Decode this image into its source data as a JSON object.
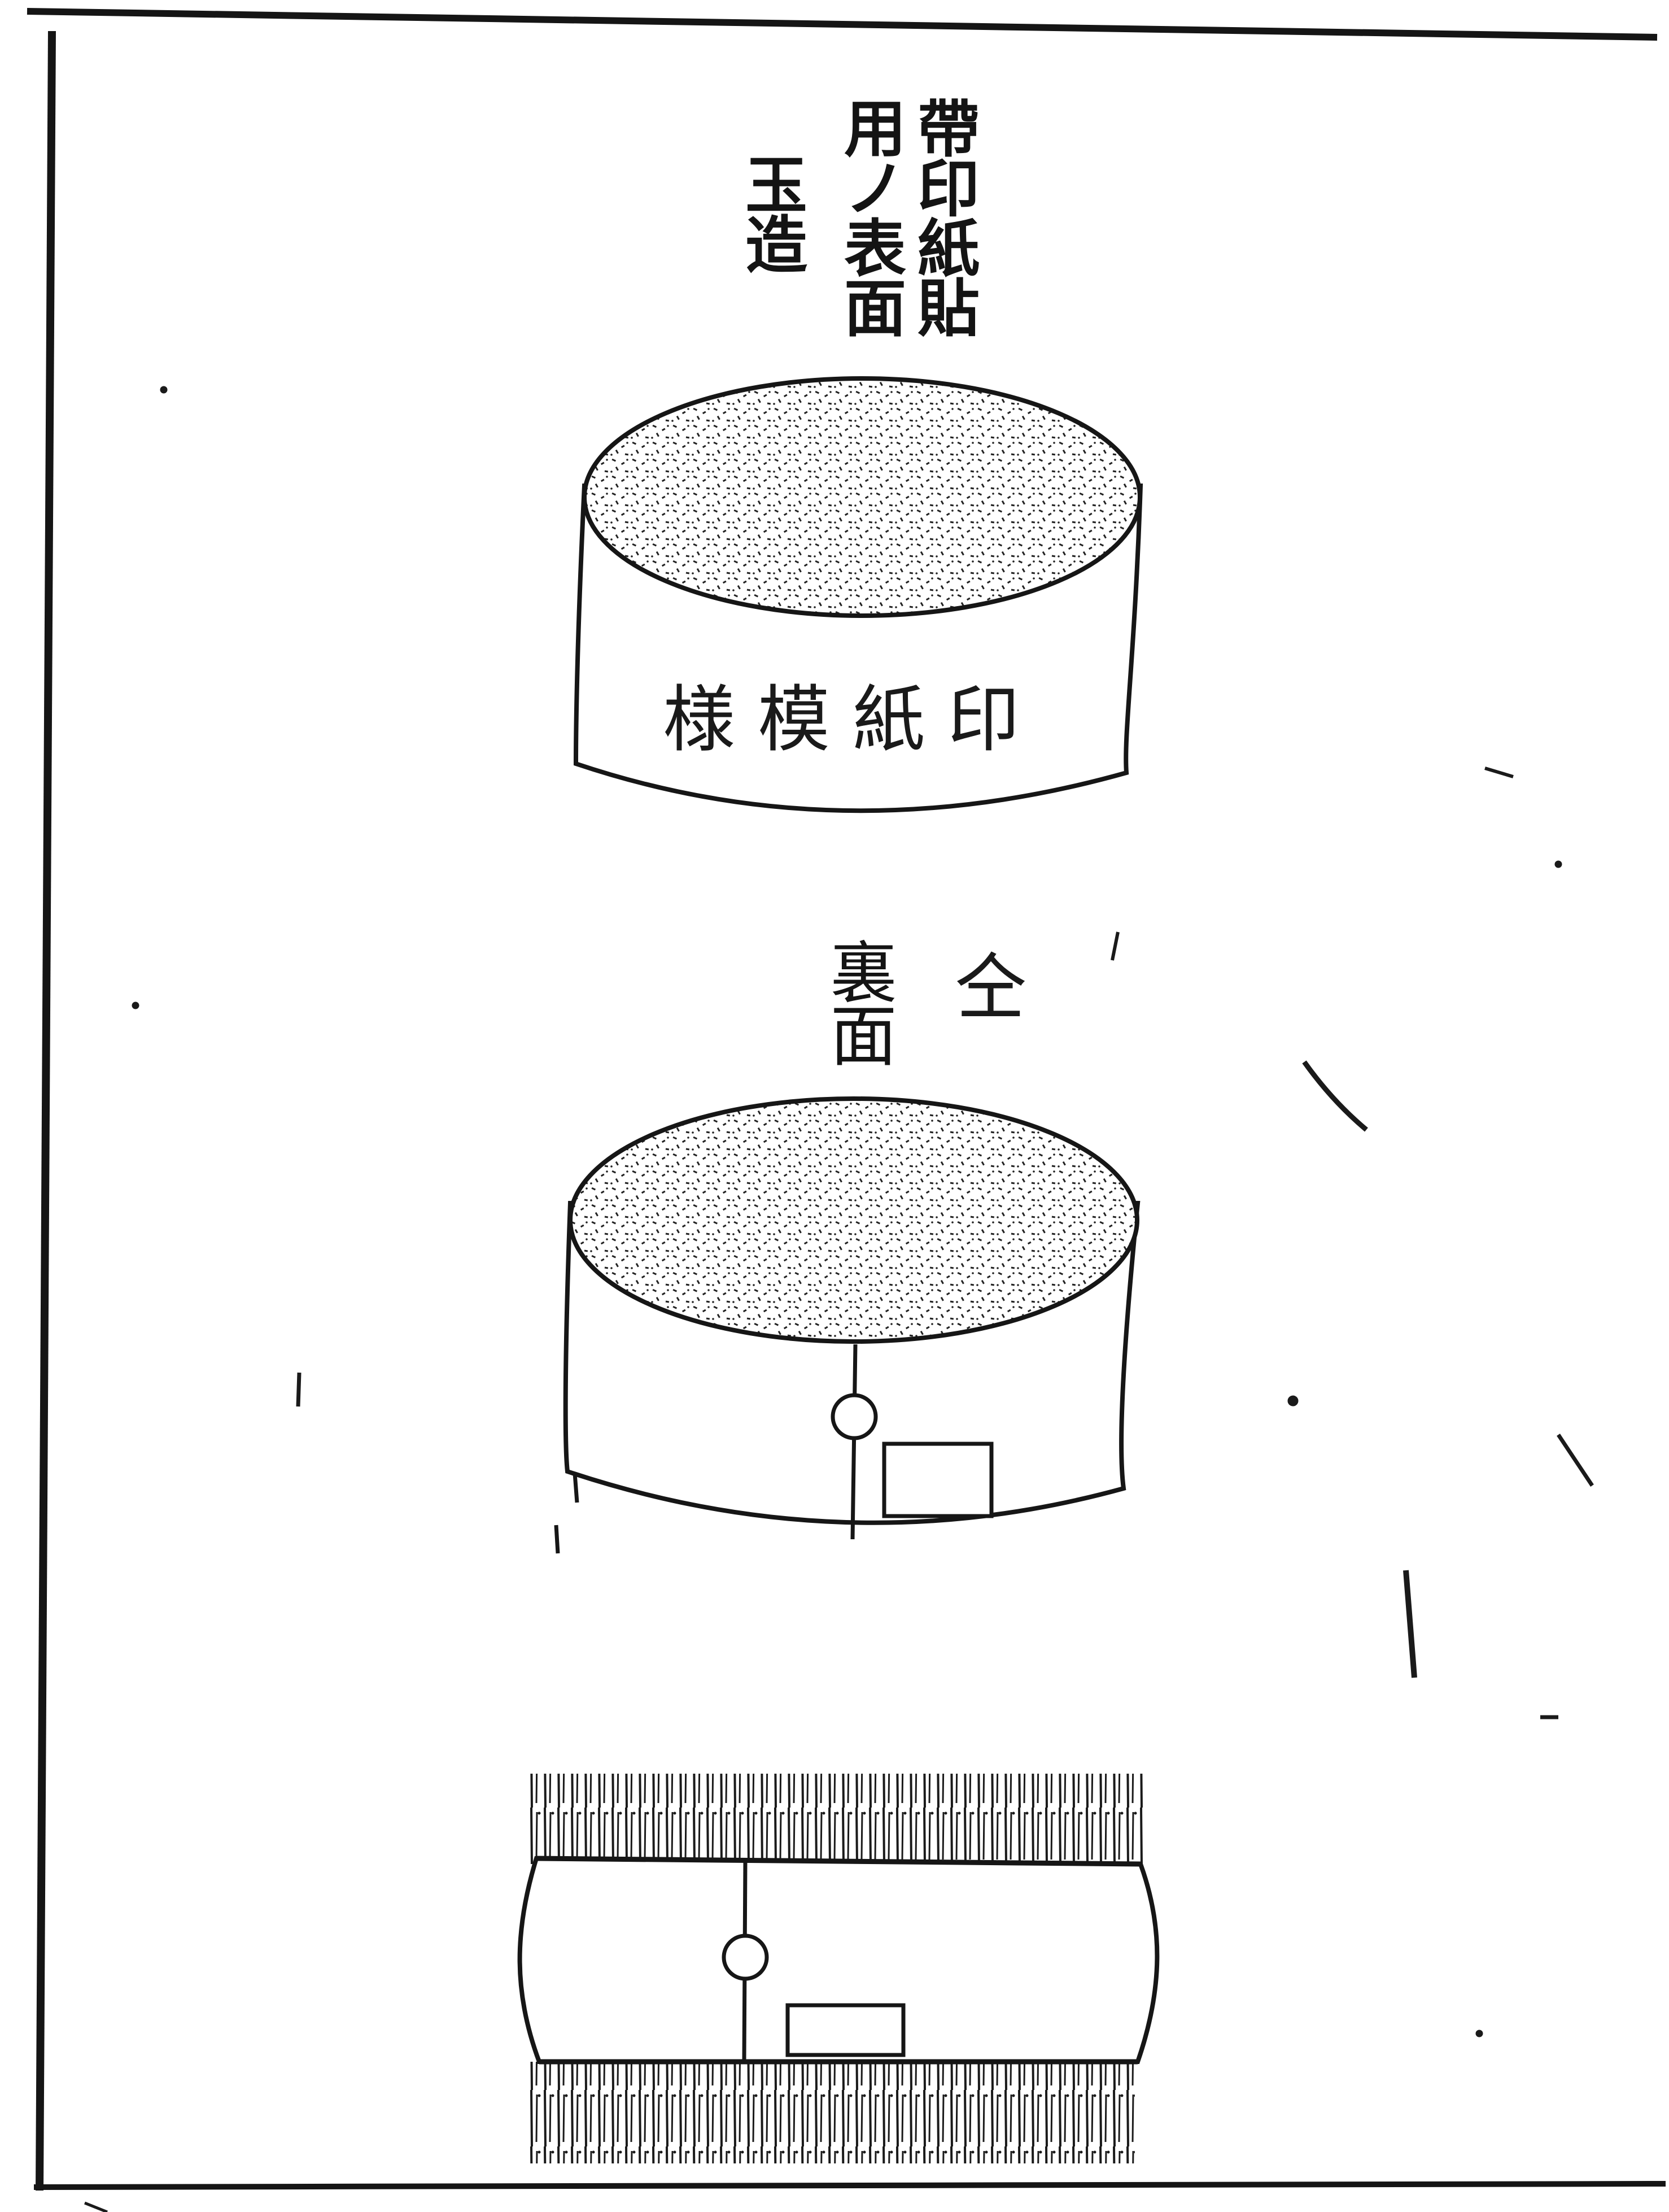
{
  "captions": {
    "right_column": "帶印紙貼",
    "middle_column": "用ノ表面",
    "left_column": "玉造",
    "reverse_label": "裏面",
    "same_mark": "仝"
  },
  "band_text": "印紙模様"
}
